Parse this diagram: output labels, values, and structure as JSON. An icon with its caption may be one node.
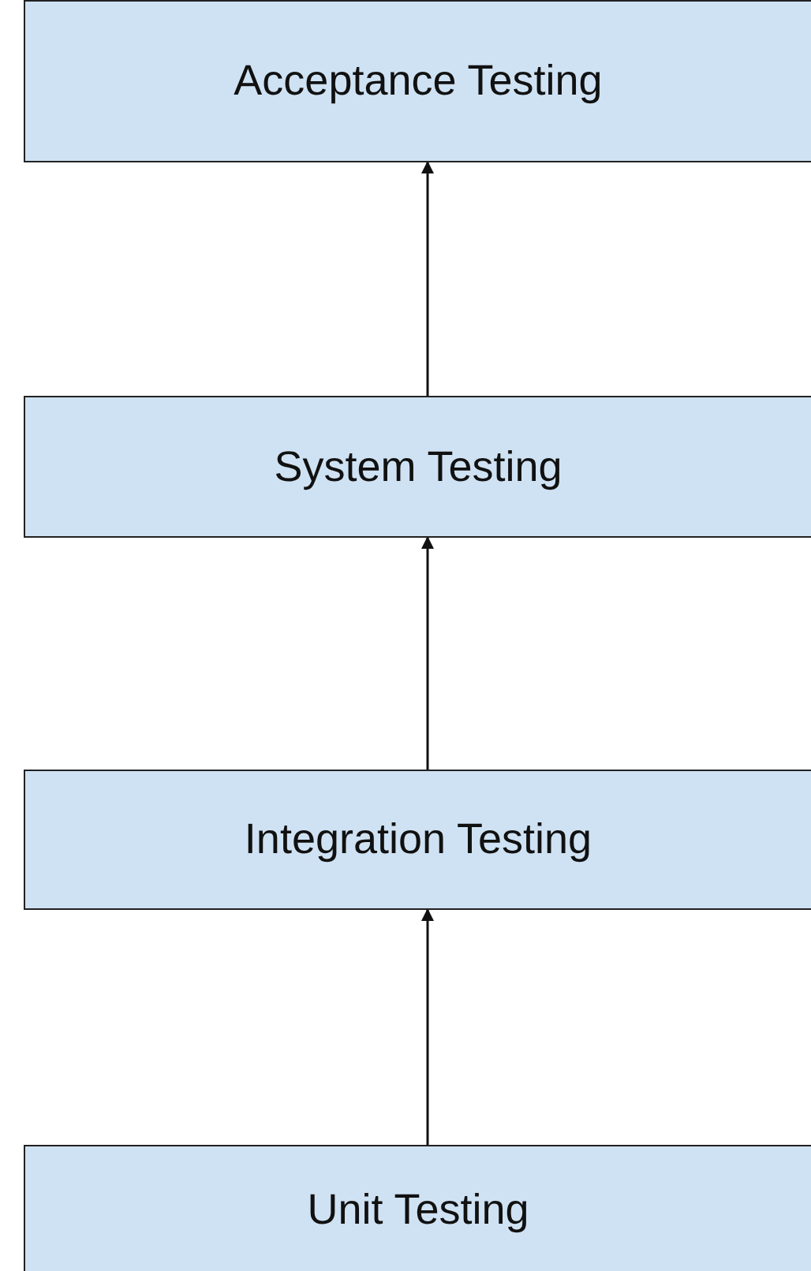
{
  "diagram": {
    "nodes": [
      {
        "text": [
          "Acceptance Testing"
        ]
      },
      {
        "text": [
          "System Testing"
        ]
      },
      {
        "text": [
          "Integration Testing"
        ]
      },
      {
        "text": [
          "Unit Testing"
        ]
      }
    ],
    "edges": [
      {
        "from": 3,
        "to": 2,
        "arrow": "to"
      },
      {
        "from": 2,
        "to": 1,
        "arrow": "to"
      },
      {
        "from": 1,
        "to": 0,
        "arrow": "to"
      }
    ]
  }
}
